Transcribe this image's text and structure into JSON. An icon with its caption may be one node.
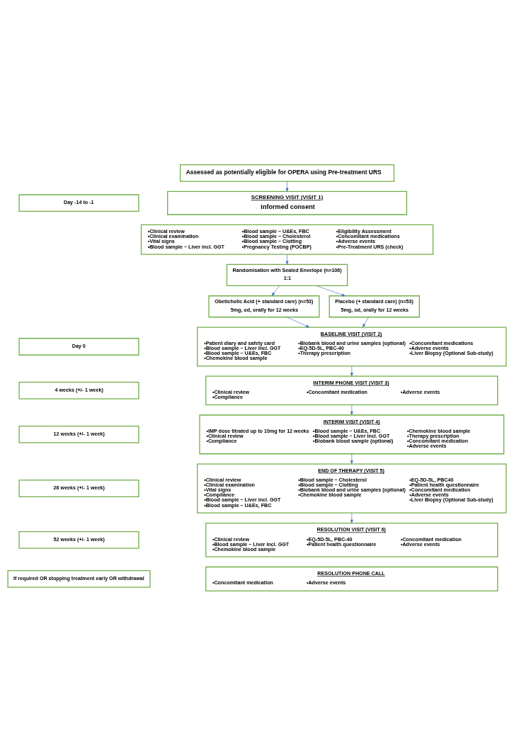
{
  "diagram": {
    "nodes": [
      {
        "text": [
          "Assessed as potentially eligible for OPERA using Pre-treatment URS"
        ]
      },
      {
        "text": [
          "Day -14 to -1"
        ]
      },
      {
        "text": [
          "SCREENING VISIT (VISIT 1)",
          "Informed consent"
        ]
      },
      {
        "text": [
          "•Clinical review",
          "•Clinical examination",
          "•Vital signs",
          "•Blood sample – Liver incl. GGT",
          "•Blood sample – U&Es, FBC",
          "•Blood sample – Cholesterol",
          "•Blood sample – Clotting",
          "•Pregnancy Testing (POCBP)",
          "•Eligibility Assessment",
          "•Concomitant medications",
          "•Adverse events",
          "•Pre-Treatment URS (check)"
        ]
      },
      {
        "text": [
          "Randomisation with Sealed Envelope (n=106)",
          "1:1"
        ]
      },
      {
        "text": [
          "Obeticholic Acid (+ standard care) (n=53)",
          "5mg, od, orally for 12 weeks"
        ]
      },
      {
        "text": [
          "Placebo (+ standard care) (n=53)",
          "5mg, od, orally for 12 weeks"
        ]
      },
      {
        "text": [
          "Day 0"
        ]
      },
      {
        "text": [
          "BASELINE VISIT (VISIT 2)",
          "•Patient diary and safety card",
          "•Blood sample – Liver incl. GGT",
          "•Blood sample – U&Es, FBC",
          "•Chemokine blood sample",
          "•Biobank blood and urine samples (optional)",
          "•EQ-5D-5L, PBC-40",
          "•Therapy prescription",
          "•Concomitant medications",
          "•Adverse events",
          "•Liver Biopsy (Optional Sub-study)"
        ]
      },
      {
        "text": [
          "4 weeks (+/- 1 week)"
        ]
      },
      {
        "text": [
          "INTERIM PHONE VISIT (VISIT 3)",
          "•Clinical review",
          "•Compliance",
          "•Concomitant medication",
          "•Adverse events"
        ]
      },
      {
        "text": [
          "12 weeks (+/- 1 week)"
        ]
      },
      {
        "text": [
          "INTERIM VISIT (VISIT 4)",
          "•IMP dose titrated up to 10mg for 12 weeks",
          "•Clinical review",
          "•Compliance",
          "•Blood sample – U&Es, FBC",
          "•Blood sample – Liver incl. GGT",
          "•Biobank blood sample (optional)",
          "•Chemokine blood sample",
          "•Therapy prescription",
          "•Concomitant medication",
          "•Adverse events"
        ]
      },
      {
        "text": [
          "26 weeks (+/- 1 week)"
        ]
      },
      {
        "text": [
          "END OF THERAPY (VISIT 5)",
          "•Clinical review",
          "•Clinical examination",
          "•Vital signs",
          "•Compliance",
          "•Blood sample – Liver incl. GGT",
          "•Blood sample – U&Es, FBC",
          "•Blood sample – Cholesterol",
          "•Blood sample – Clotting",
          "•Biobank blood and urine samples (optional)",
          "•Chemokine blood sample",
          "•EQ-5D-5L, PBC40",
          "•Patient health questionnaire",
          "•Concomitant medication",
          "•Adverse events",
          "•Liver Biopsy (Optional Sub-study)"
        ]
      },
      {
        "text": [
          "52 weeks (+/- 1 week)"
        ]
      },
      {
        "text": [
          "RESOLUTION VISIT (VISIT 6)",
          "•Clinical review",
          "•Blood sample – Liver incl. GGT",
          "•Chemokine blood sample",
          "•EQ-5D-5L, PBC-40",
          "•Patient health questionnaire",
          "•Concomitant medication",
          "•Adverse events"
        ]
      },
      {
        "text": [
          "If required OR stopping treatment early OR withdrawal"
        ]
      },
      {
        "text": [
          "RESOLUTION PHONE CALL",
          "•Concomitant medication",
          "•Adverse events"
        ]
      }
    ],
    "edges": [
      {
        "from": 0,
        "to": 2,
        "arrow": "to"
      },
      {
        "from": 3,
        "to": 4,
        "arrow": "to"
      },
      {
        "from": 4,
        "to": 5,
        "arrow": "to"
      },
      {
        "from": 4,
        "to": 6,
        "arrow": "to"
      },
      {
        "from": 5,
        "to": 8,
        "arrow": "to"
      },
      {
        "from": 6,
        "to": 8,
        "arrow": "to"
      },
      {
        "from": 8,
        "to": 10,
        "arrow": "to"
      },
      {
        "from": 10,
        "to": 12,
        "arrow": "to"
      },
      {
        "from": 12,
        "to": 14,
        "arrow": "to"
      },
      {
        "from": 14,
        "to": 16,
        "arrow": "to"
      }
    ]
  }
}
